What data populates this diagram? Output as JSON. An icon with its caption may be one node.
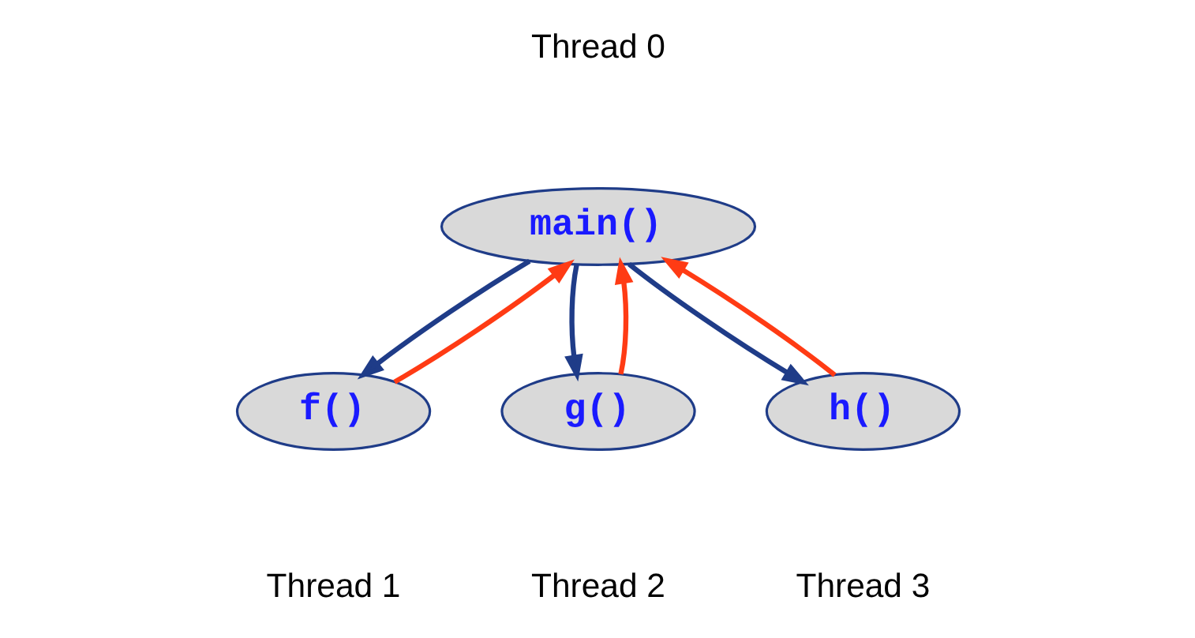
{
  "diagram": {
    "nodes": [
      {
        "text": [
          "main()"
        ],
        "beside": [
          "Thread 0"
        ]
      },
      {
        "text": [
          "f()"
        ],
        "beside": [
          "Thread 1"
        ]
      },
      {
        "text": [
          "g()"
        ],
        "beside": [
          "Thread 2"
        ]
      },
      {
        "text": [
          "h()"
        ],
        "beside": [
          "Thread 3"
        ]
      }
    ],
    "edges": [
      {
        "from": 0,
        "to": 1,
        "arrow": "to",
        "color": "#1f3c88"
      },
      {
        "from": 1,
        "to": 0,
        "arrow": "to",
        "color": "#ff3b14"
      },
      {
        "from": 0,
        "to": 2,
        "arrow": "to",
        "color": "#1f3c88"
      },
      {
        "from": 2,
        "to": 0,
        "arrow": "to",
        "color": "#ff3b14"
      },
      {
        "from": 0,
        "to": 3,
        "arrow": "to",
        "color": "#1f3c88"
      },
      {
        "from": 3,
        "to": 0,
        "arrow": "to",
        "color": "#ff3b14"
      }
    ]
  }
}
